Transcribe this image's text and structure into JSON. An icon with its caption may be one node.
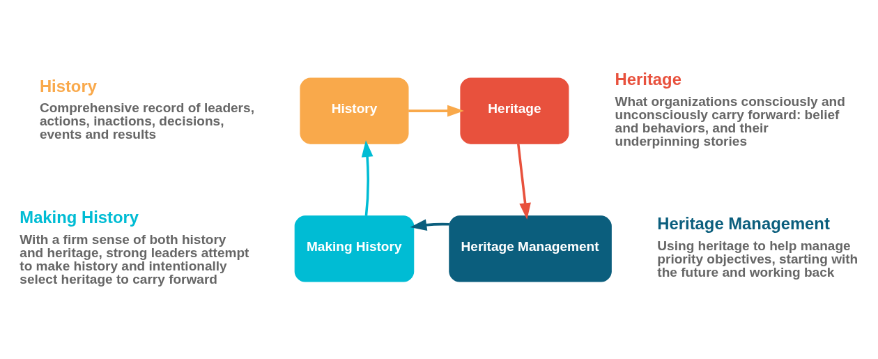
{
  "diagram": {
    "nodes": [
      {
        "text": [
          "History"
        ],
        "beside": [
          "History",
          "Comprehensive record of leaders, actions, inactions, decisions, events and results"
        ]
      },
      {
        "text": [
          "Heritage"
        ],
        "beside": [
          "Heritage",
          "What organizations consciously and unconsciously carry forward: belief and behaviors, and their underpinning stories"
        ]
      },
      {
        "text": [
          "Heritage Management"
        ],
        "beside": [
          "Heritage Management",
          "Using heritage to help manage priority objectives, starting with the future and working back"
        ]
      },
      {
        "text": [
          "Making History"
        ],
        "beside": [
          "Making History",
          "With a firm sense of both history and heritage, strong leaders attempt to make history and intentionally select heritage to carry forward"
        ]
      }
    ],
    "edges": [
      {
        "from": 0,
        "to": 1,
        "arrow": "to",
        "color": "#f9a94b"
      },
      {
        "from": 1,
        "to": 2,
        "arrow": "to",
        "color": "#e8513d"
      },
      {
        "from": 2,
        "to": 3,
        "arrow": "to",
        "color": "#0b5e7d"
      },
      {
        "from": 3,
        "to": 0,
        "arrow": "to",
        "color": "#00bcd4"
      }
    ]
  }
}
